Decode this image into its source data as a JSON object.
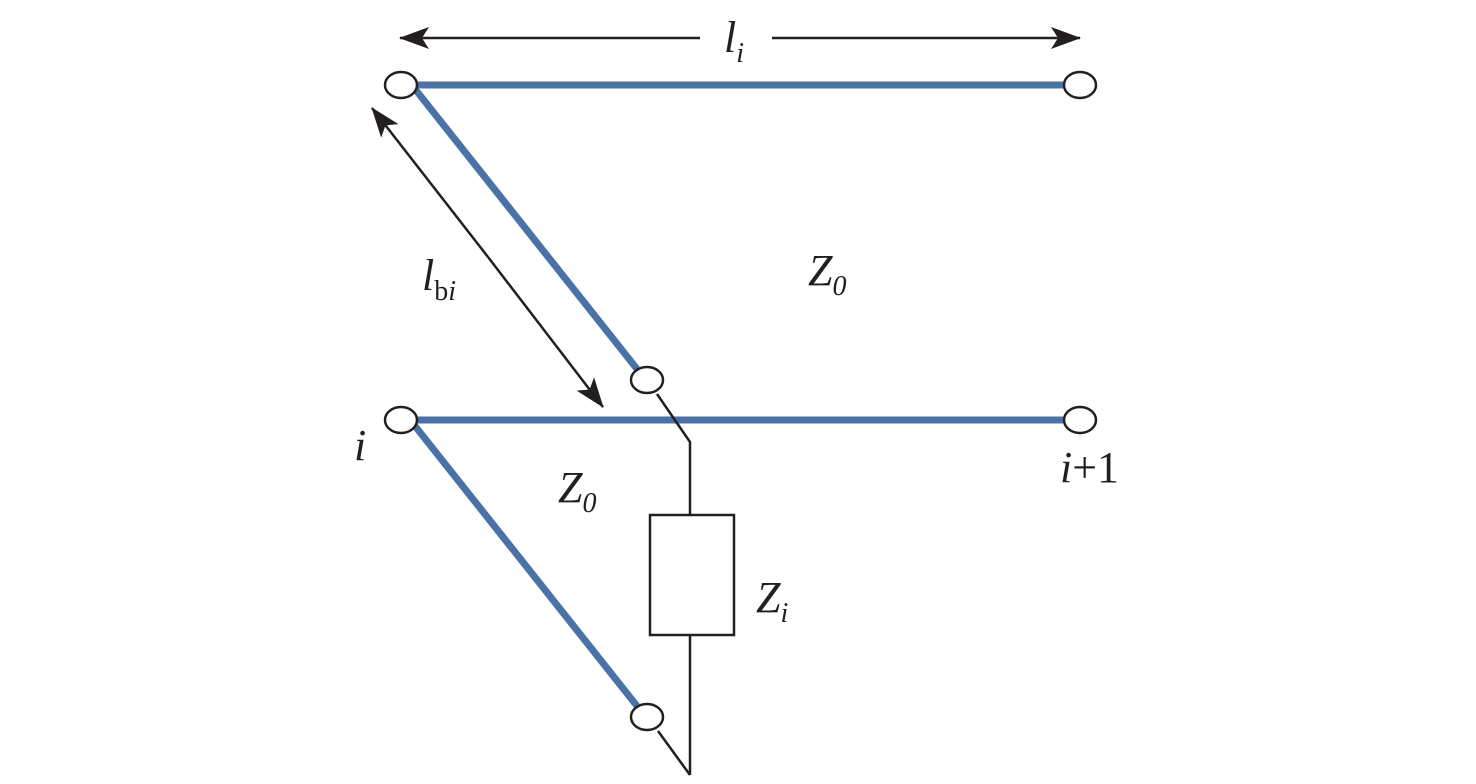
{
  "diagram": {
    "colors": {
      "line": "#4a72a6",
      "ink": "#231f20"
    },
    "labels": {
      "length_top": {
        "main": "l",
        "sub": "i"
      },
      "length_branch": {
        "main": "l",
        "sub_b": "b",
        "sub_i": "i"
      },
      "impedance_upper": {
        "main": "Z",
        "sub": "0"
      },
      "impedance_lower": {
        "main": "Z",
        "sub": "0"
      },
      "impedance_load": {
        "main": "Z",
        "sub": "i"
      },
      "node_i": "i",
      "node_next": {
        "main": "i",
        "rest": "+1"
      }
    }
  }
}
